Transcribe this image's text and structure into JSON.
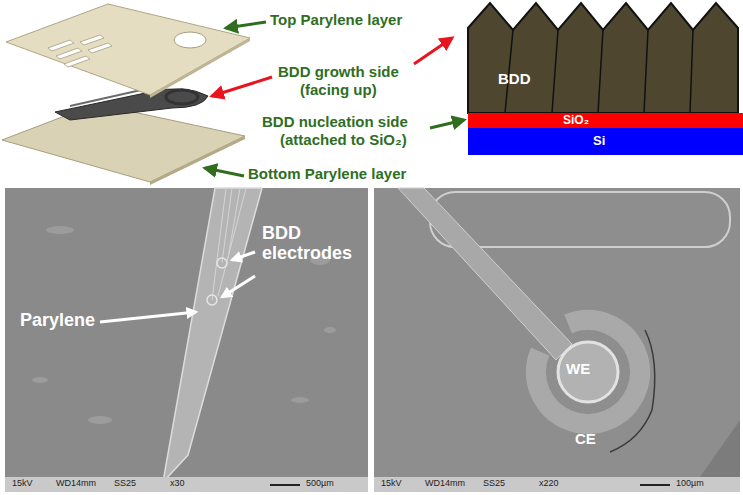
{
  "diagram": {
    "nodes": [
      {
        "text": [
          "BDD"
        ]
      },
      {
        "text": [
          "SiO₂"
        ]
      },
      {
        "text": [
          "Si"
        ]
      }
    ],
    "labels": [
      "Top Parylene layer",
      "BDD growth side",
      "(facing up)",
      "BDD nucleation side",
      "(attached to SiO₂)",
      "Bottom Parylene layer",
      "Parylene",
      "BDD electrodes",
      "15kV",
      "WD14mm",
      "SS25",
      "x30",
      "500µm",
      "WE",
      "CE",
      "15kV",
      "WD14mm",
      "SS25",
      "x220",
      "100µm"
    ]
  }
}
